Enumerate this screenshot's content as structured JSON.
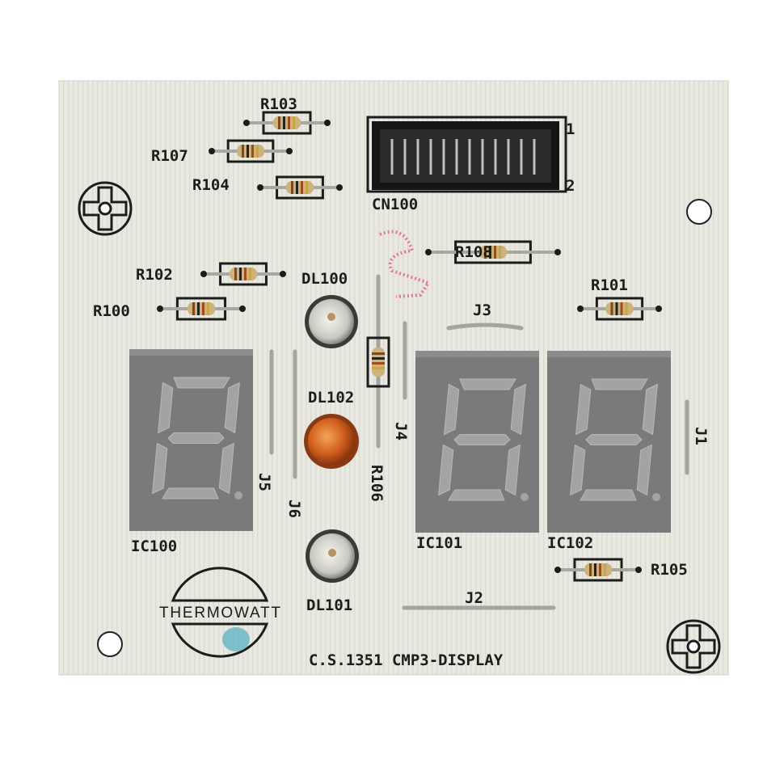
{
  "board": {
    "board_color": "#e8e8e0",
    "silkscreen_color": "#1c1c1c",
    "display_color": "#7a7a7a",
    "led_amber_color": "#d2601e",
    "marking": "C.S.1351 CMP3-DISPLAY",
    "logo": "THERMOWATT",
    "connector": {
      "label": "CN100",
      "pin1": "1",
      "pin2": "2"
    },
    "resistors": [
      "R103",
      "R107",
      "R104",
      "R102",
      "R100",
      "R108",
      "R101",
      "R106",
      "R105"
    ],
    "leds": [
      "DL100",
      "DL102",
      "DL101"
    ],
    "displays": [
      "IC100",
      "IC101",
      "IC102"
    ],
    "jumpers": [
      "J3",
      "J4",
      "J5",
      "J6",
      "J1",
      "J2"
    ]
  }
}
